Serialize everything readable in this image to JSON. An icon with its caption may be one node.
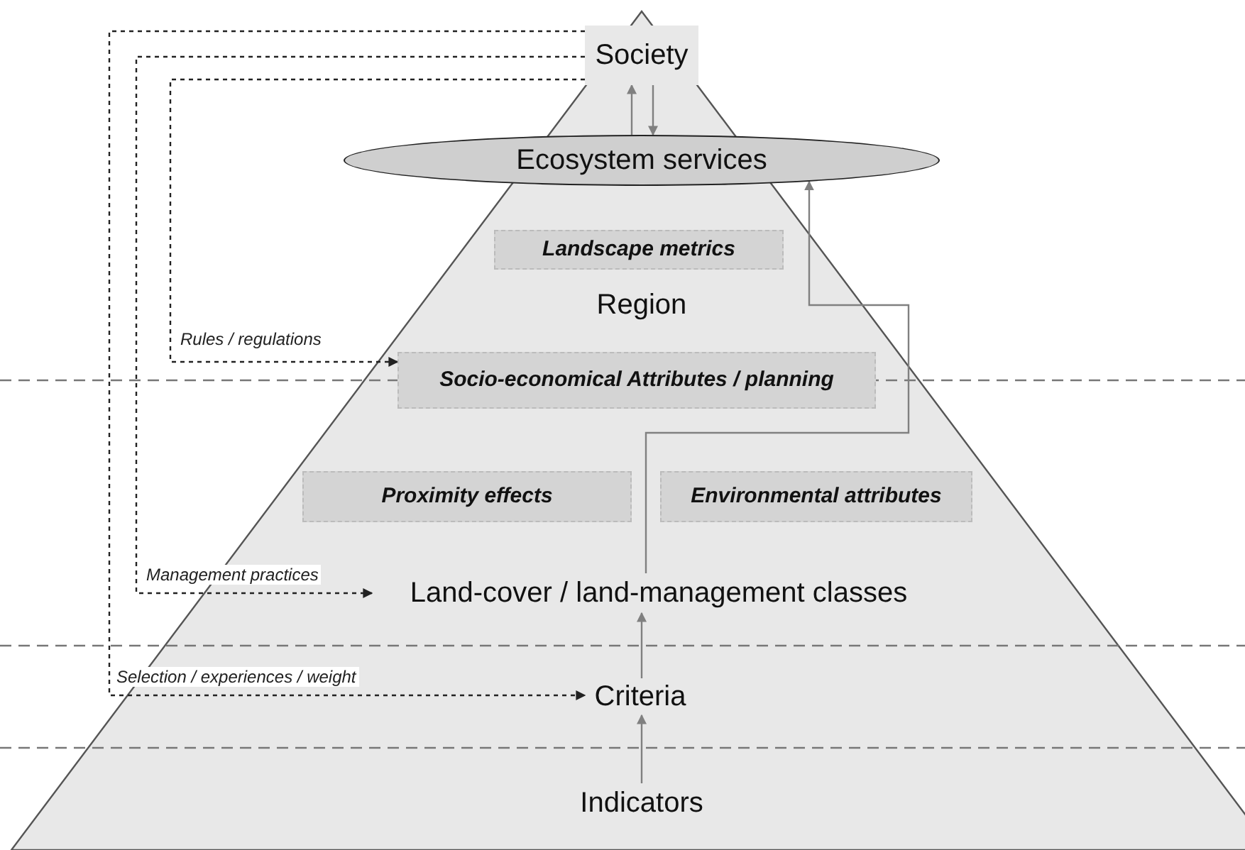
{
  "diagram": {
    "nodes": [
      {
        "text": [
          "Society"
        ]
      },
      {
        "text": [
          "Ecosystem services"
        ]
      },
      {
        "text": [
          "Landscape metrics"
        ]
      },
      {
        "text": [
          "Region"
        ]
      },
      {
        "text": [
          "Socio-economical Attributes / planning"
        ]
      },
      {
        "text": [
          "Proximity effects"
        ]
      },
      {
        "text": [
          "Environmental attributes"
        ]
      },
      {
        "text": [
          "Land-cover / land-management classes"
        ]
      },
      {
        "text": [
          "Criteria"
        ]
      },
      {
        "text": [
          "Indicators"
        ]
      }
    ],
    "edges": [
      {
        "from": 1,
        "to": 0,
        "arrow": "to"
      },
      {
        "from": 0,
        "to": 1,
        "arrow": "to"
      },
      {
        "from": 0,
        "to": 4,
        "arrow": "to",
        "label": "Rules / regulations",
        "style": "dashed",
        "color": "#222222"
      },
      {
        "from": 0,
        "to": 7,
        "arrow": "to",
        "label": "Management practices",
        "style": "dashed",
        "color": "#222222"
      },
      {
        "from": 0,
        "to": 8,
        "arrow": "to",
        "label": "Selection / experiences / weight",
        "style": "dashed",
        "color": "#222222"
      },
      {
        "from": 9,
        "to": 8,
        "arrow": "to"
      },
      {
        "from": 8,
        "to": 7,
        "arrow": "to"
      },
      {
        "from": 7,
        "to": 1,
        "arrow": "to"
      }
    ]
  }
}
